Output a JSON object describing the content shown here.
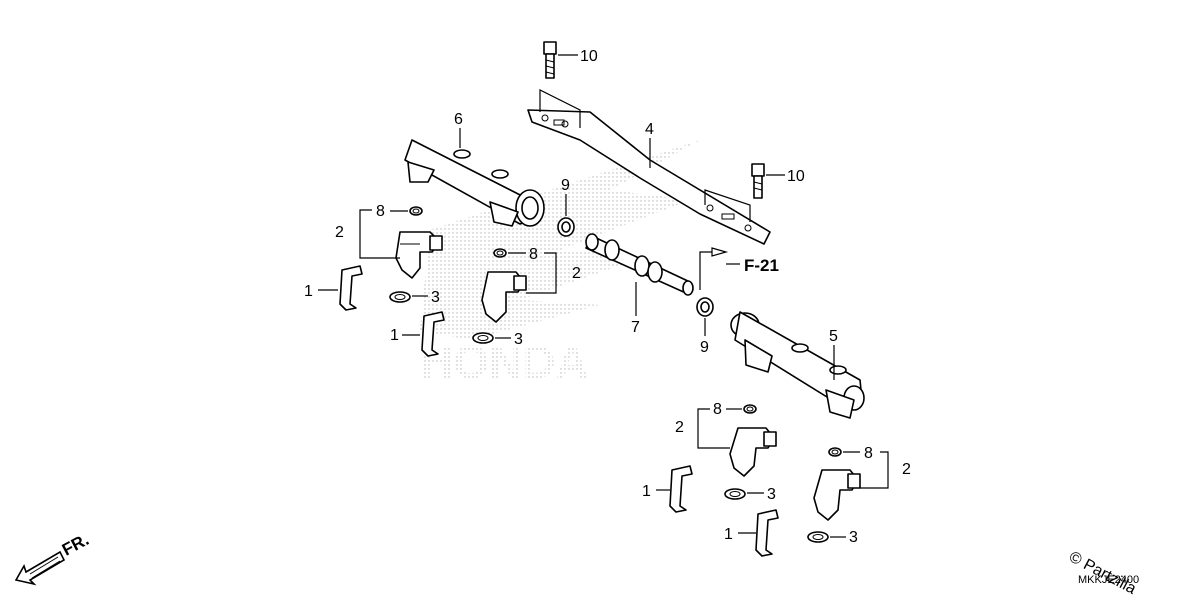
{
  "diagram": {
    "callouts": {
      "c1a": "1",
      "c1b": "1",
      "c1c": "1",
      "c1d": "1",
      "c2a": "2",
      "c2b": "2",
      "c2c": "2",
      "c2d": "2",
      "c3a": "3",
      "c3b": "3",
      "c3c": "3",
      "c3d": "3",
      "c4": "4",
      "c5": "5",
      "c6": "6",
      "c7": "7",
      "c8a": "8",
      "c8b": "8",
      "c8c": "8",
      "c8d": "8",
      "c9a": "9",
      "c9b": "9",
      "c10a": "10",
      "c10b": "10"
    },
    "reference": "F-21",
    "front_arrow": "FR.",
    "watermark_brand": "HONDA",
    "diagram_code": "MKKJE2400",
    "copyright": "© Partzilla"
  }
}
